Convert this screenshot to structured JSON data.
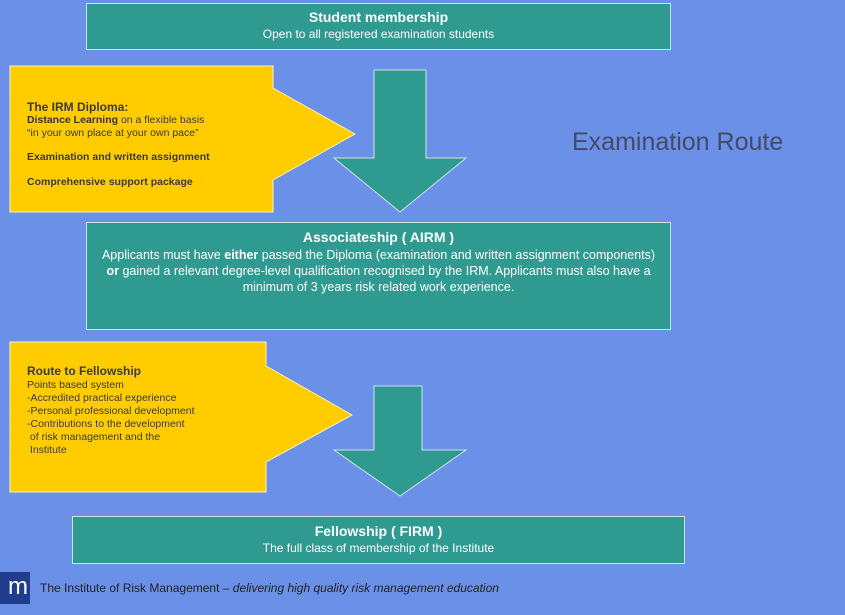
{
  "student": {
    "title": "Student membership",
    "subtitle": "Open to all registered examination students"
  },
  "diploma": {
    "title": "The IRM Diploma:",
    "line1_bold": "Distance Learning",
    "line1_rest": " on a flexible basis",
    "line2": "“in your own place at your own pace”",
    "item2": "Examination and written assignment",
    "item3": "Comprehensive support package"
  },
  "route_title": "Examination Route",
  "airm": {
    "title": "Associateship ( AIRM )",
    "p1": "Applicants must have ",
    "p_either": "either",
    "p2": " passed the Diploma (examination and written assignment components) ",
    "p_or": "or",
    "p3": " gained a relevant degree-level qualification recognised by the IRM. Applicants must also have a minimum of 3 years risk related  work experience."
  },
  "fellowship_route": {
    "title": "Route to Fellowship",
    "lines": [
      "Points based system",
      "-Accredited practical experience",
      "-Personal professional development",
      "-Contributions to the development",
      " of risk management and the",
      " Institute"
    ]
  },
  "firm": {
    "title": "Fellowship ( FIRM )",
    "subtitle": "The full class of membership of the Institute"
  },
  "footer": {
    "logo": "m",
    "text": "The Institute of Risk Management – ",
    "tagline": "delivering high quality risk management education"
  },
  "colors": {
    "background": "#6b90e8",
    "teal": "#2e9a90",
    "yellow": "#ffcc00"
  }
}
